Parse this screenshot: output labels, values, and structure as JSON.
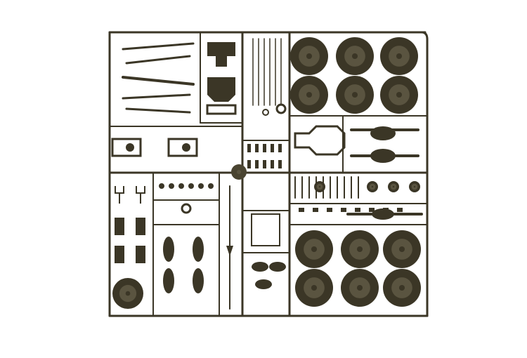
{
  "image": {
    "subject": "model-kit-sprue",
    "colors": {
      "background": "#ffffff",
      "plastic": "#3b3626",
      "plastic_highlight": "#5a5440",
      "hub": "#4a4431"
    },
    "wheel_grid_top": {
      "rows": 2,
      "cols": 3
    },
    "wheel_grid_bottom": {
      "rows": 2,
      "cols": 3
    },
    "small_wheels": 4
  }
}
